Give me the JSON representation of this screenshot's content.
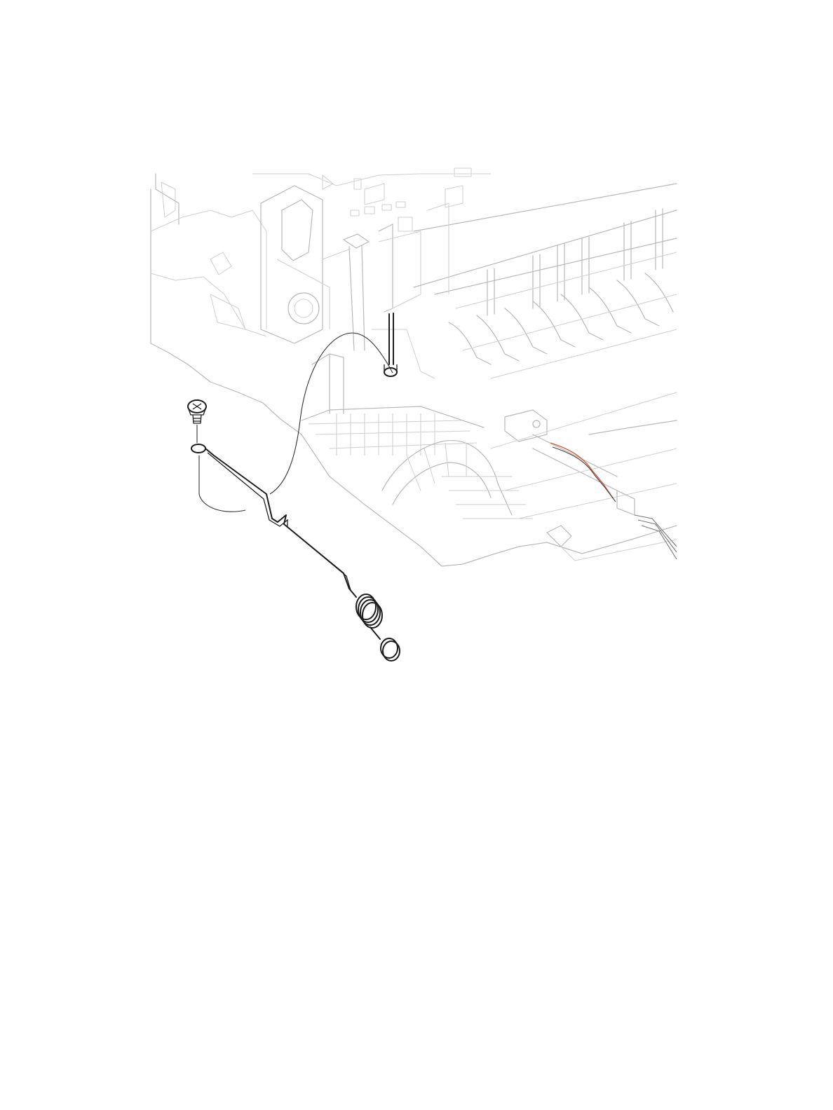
{
  "diagram": {
    "type": "exploded-view",
    "colors": {
      "background": "#ffffff",
      "frame_line": "#b9b9b9",
      "part_line": "#1c1c1c",
      "wire_red": "#d0603a",
      "wire_gray": "#777777"
    },
    "parts": [
      {
        "id": "screw",
        "icon": "phillips-screw-icon"
      },
      {
        "id": "torsion-spring",
        "icon": "torsion-spring-icon"
      },
      {
        "id": "mounting-hole",
        "icon": "ring-icon"
      }
    ]
  }
}
